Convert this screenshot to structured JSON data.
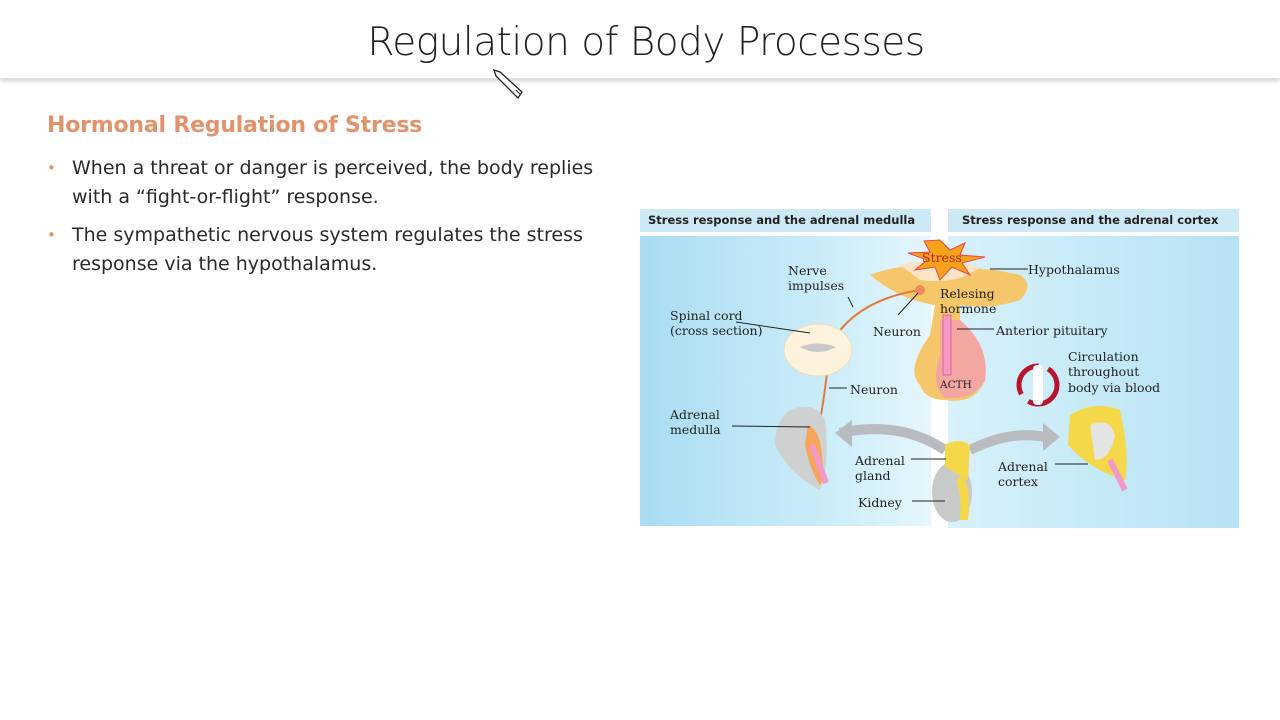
{
  "slide": {
    "title": "Regulation of Body Processes",
    "heading": "Hormonal Regulation of Stress",
    "bullets": [
      "When a threat or danger is perceived, the body replies with a “fight-or-flight” response.",
      "The sympathetic nervous system regulates the stress response via the hypothalamus."
    ]
  },
  "diagram": {
    "left_title": "Stress response and the adrenal medulla",
    "right_title": "Stress response and the adrenal cortex",
    "labels": {
      "stress": "Stress",
      "nerve": "Nerve",
      "impulses": "impulses",
      "spinal": "Spinal cord",
      "cross": "(cross section)",
      "neuron_top": "Neuron",
      "neuron_mid": "Neuron",
      "adrenal_med_1": "Adrenal",
      "adrenal_med_2": "medulla",
      "adrenal_gland_1": "Adrenal",
      "adrenal_gland_2": "gland",
      "kidney": "Kidney",
      "hypothalamus": "Hypothalamus",
      "releasing_1": "Relesing",
      "releasing_2": "hormone",
      "anterior": "Anterior pituitary",
      "acth": "ACTH",
      "circ_1": "Circulation",
      "circ_2": "throughout",
      "circ_3": "body via blood",
      "adrenal_cortex_1": "Adrenal",
      "adrenal_cortex_2": "cortex"
    }
  }
}
